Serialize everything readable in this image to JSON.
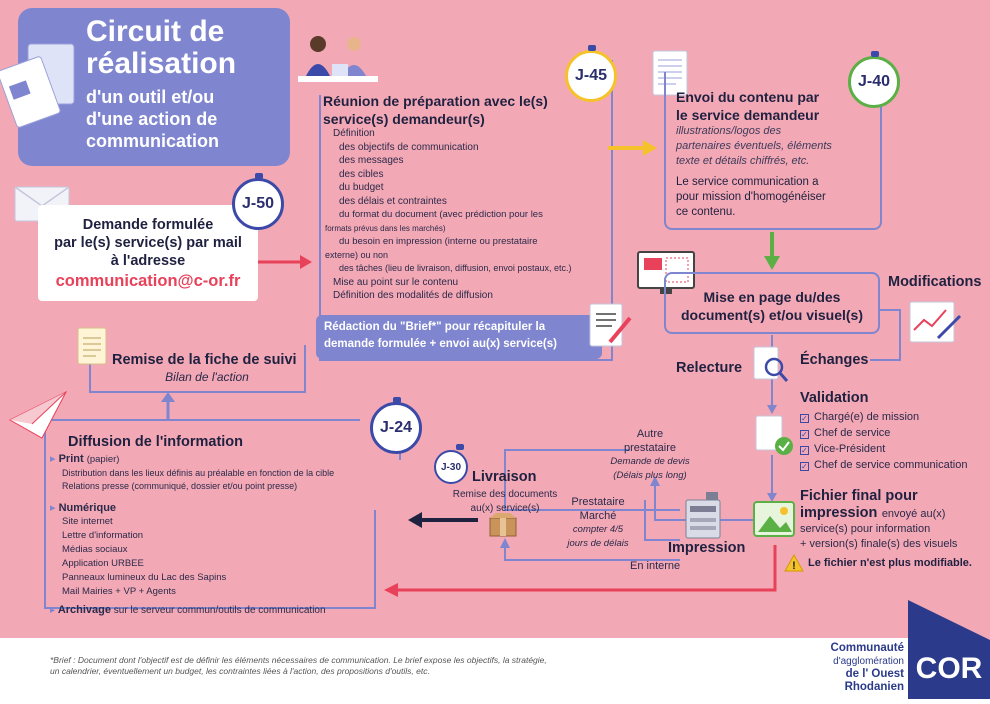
{
  "title": {
    "big_line1": "Circuit de",
    "big_line2": "réalisation",
    "small_line1": "d'un outil et/ou",
    "small_line2": "d'une action de",
    "small_line3": "communication"
  },
  "timers": {
    "j50": "J-50",
    "j45": "J-45",
    "j40": "J-40",
    "j24": "J-24",
    "j30": "J-30"
  },
  "demande": {
    "line1": "Demande formulée",
    "line2": "par le(s) service(s) par mail",
    "line3": "à l'adresse",
    "email": "communication@c-or.fr"
  },
  "reunion": {
    "title1": "Réunion de préparation avec le(s)",
    "title2": "service(s) demandeur(s)",
    "items": [
      "Définition",
      "des objectifs de communication",
      "des messages",
      "des cibles",
      "du budget",
      "des délais et contraintes",
      "du format du document (avec prédiction pour les",
      "formats prévus dans les marchés)",
      "du besoin en impression (interne ou prestataire",
      "externe) ou non",
      "des tâches (lieu de livraison, diffusion, envoi postaux, etc.)",
      "Mise au point sur le contenu",
      "Définition des modalités de diffusion"
    ],
    "brief1": "Rédaction du \"Brief*\" pour récapituler la",
    "brief2": "demande formulée + envoi au(x) service(s)"
  },
  "envoi": {
    "title1": "Envoi du contenu par",
    "title2": "le service demandeur",
    "italic1": "illustrations/logos des",
    "italic2": "partenaires éventuels, éléments",
    "italic3": "texte et détails chiffrés, etc.",
    "text1": "Le service communication a",
    "text2": "pour mission d'homogénéiser",
    "text3": "ce contenu."
  },
  "miseenpage": {
    "line1": "Mise en page du/des",
    "line2": "document(s) et/ou visuel(s)"
  },
  "modifications": "Modifications",
  "echanges": "Échanges",
  "relecture": "Relecture",
  "validation": {
    "title": "Validation",
    "items": [
      "Chargé(e) de mission",
      "Chef de service",
      "Vice-Président",
      "Chef de service communication"
    ]
  },
  "fichier": {
    "title1": "Fichier final pour",
    "title2": "impression",
    "rest1": "envoyé au(x)",
    "rest2": "service(s) pour information",
    "rest3": "+ version(s) finale(s) des visuels",
    "warning": "Le fichier n'est plus modifiable."
  },
  "impression": "Impression",
  "en_interne": "En interne",
  "autre": {
    "line1": "Autre",
    "line2": "prestataire",
    "italic1": "Demande de devis",
    "italic2": "(Délais plus long)"
  },
  "prestataire": {
    "line1": "Prestataire",
    "line2": "Marché",
    "italic1": "compter 4/5",
    "italic2": "jours de délais"
  },
  "livraison": {
    "title": "Livraison",
    "line1": "Remise des documents",
    "line2": "au(x) service(s)"
  },
  "remise": {
    "title": "Remise de la fiche de suivi",
    "sub": "Bilan de l'action"
  },
  "diffusion": {
    "title": "Diffusion de l'information",
    "print_label": "Print",
    "print_sub": "(papier)",
    "print_items": [
      "Distribution dans les lieux définis au préalable en fonction de la cible",
      "Relations presse (communiqué, dossier et/ou point presse)"
    ],
    "num_label": "Numérique",
    "num_items": [
      "Site internet",
      "Lettre d'information",
      "Médias sociaux",
      "Application URBEE",
      "Panneaux lumineux du Lac des Sapins",
      "Mail Mairies + VP + Agents"
    ],
    "archivage_label": "Archivage",
    "archivage_rest": "sur le serveur commun/outils de communication"
  },
  "footer": {
    "note1": "*Brief : Document dont l'objectif est de définir les éléments nécessaires de communication. Le brief expose les objectifs, la stratégie,",
    "note2": "un calendrier, éventuellement un budget, les contraintes liées à l'action, des propositions d'outils, etc.",
    "logo_line1": "Communauté",
    "logo_line2": "d'agglomération",
    "logo_line3": "de l' Ouest",
    "logo_line4": "Rhodanien",
    "logo_mark": "COR"
  },
  "colors": {
    "background": "#f3a8b5",
    "accent_purple": "#7f86cf",
    "dark_blue": "#2b2e6e",
    "email_red": "#e8415a",
    "arrow_green": "#5bb045",
    "arrow_yellow": "#f5c22b"
  }
}
